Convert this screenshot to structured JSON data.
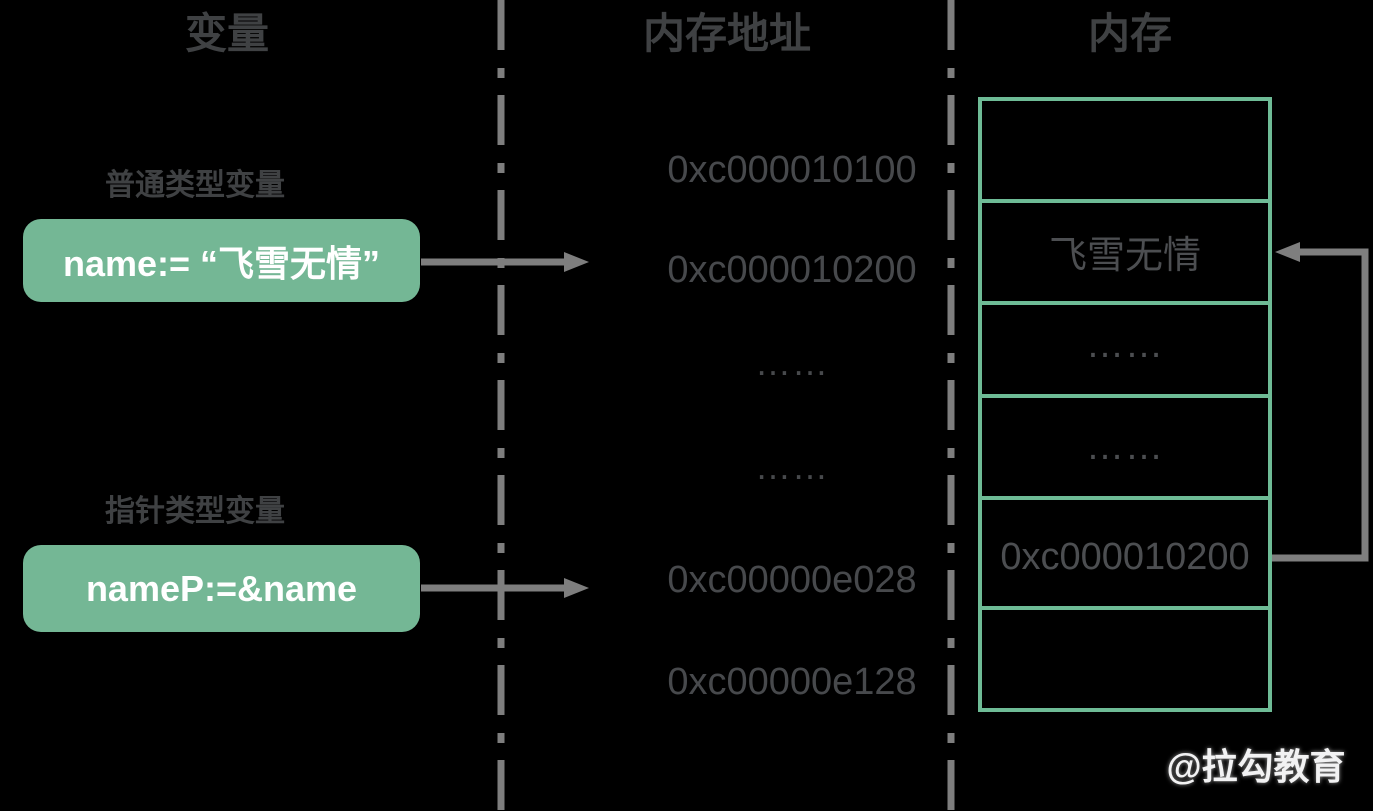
{
  "diagram": {
    "columns": [
      {
        "title": "变量"
      },
      {
        "title": "内存地址"
      },
      {
        "title": "内存"
      }
    ],
    "variables": {
      "normal_label": "普通类型变量",
      "normal_value": "name:= “飞雪无情”",
      "pointer_label": "指针类型变量",
      "pointer_value": "nameP:=&name"
    },
    "addresses": [
      "0xc000010100",
      "0xc000010200",
      "……",
      "……",
      "0xc00000e028",
      "0xc00000e128"
    ],
    "memory_cells": [
      "",
      "飞雪无情",
      "……",
      "……",
      "0xc000010200",
      ""
    ],
    "watermark": "@拉勾教育",
    "colors": {
      "box_green": "#74B795",
      "table_border_green": "#6EBB96",
      "line_gray": "#7E7E7E",
      "text_dark": "#3F4143",
      "text_address": "#47494C",
      "text_cell": "#4C4E51",
      "box_text_white": "#FFFFFF",
      "background": "#000000"
    }
  }
}
